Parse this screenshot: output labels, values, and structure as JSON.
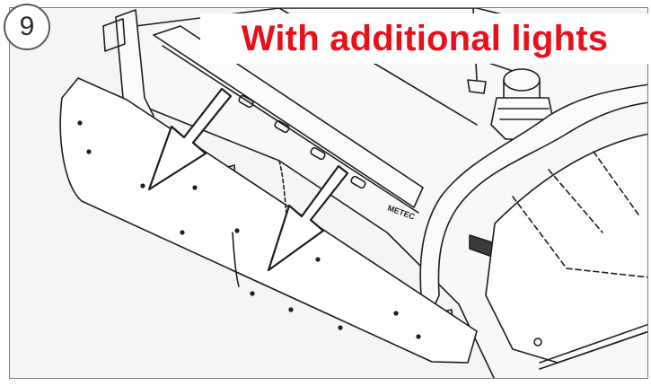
{
  "step": {
    "number": "9"
  },
  "title": {
    "text": "With additional lights",
    "color": "#e8111b"
  },
  "label": {
    "brand_plate": "METEC"
  },
  "icons": [
    "arrow-down-left-icon",
    "beacon-light-icon",
    "antenna-icon"
  ]
}
